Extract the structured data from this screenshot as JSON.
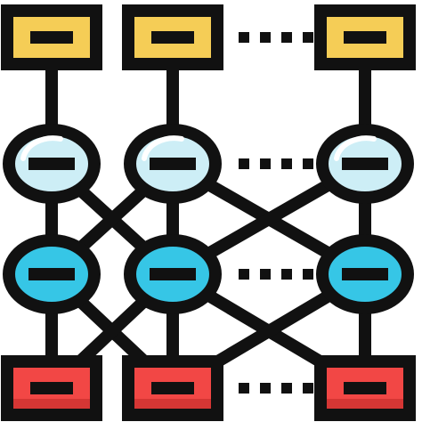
{
  "icon": "neural-network-icon",
  "colors": {
    "stroke": "#111111",
    "input_fill": "#f5cd56",
    "hidden1_fill": "#cdeef6",
    "hidden1_highlight": "#ffffff",
    "hidden2_fill": "#36c6e6",
    "output_fill": "#f24745",
    "output_shadow": "#d53634"
  },
  "layers": [
    {
      "name": "input",
      "shape": "rect",
      "nodes": 3
    },
    {
      "name": "hidden-1",
      "shape": "ellipse",
      "nodes": 3
    },
    {
      "name": "hidden-2",
      "shape": "ellipse",
      "nodes": 3
    },
    {
      "name": "output",
      "shape": "rect",
      "nodes": 3
    }
  ],
  "ellipsis": "dots"
}
